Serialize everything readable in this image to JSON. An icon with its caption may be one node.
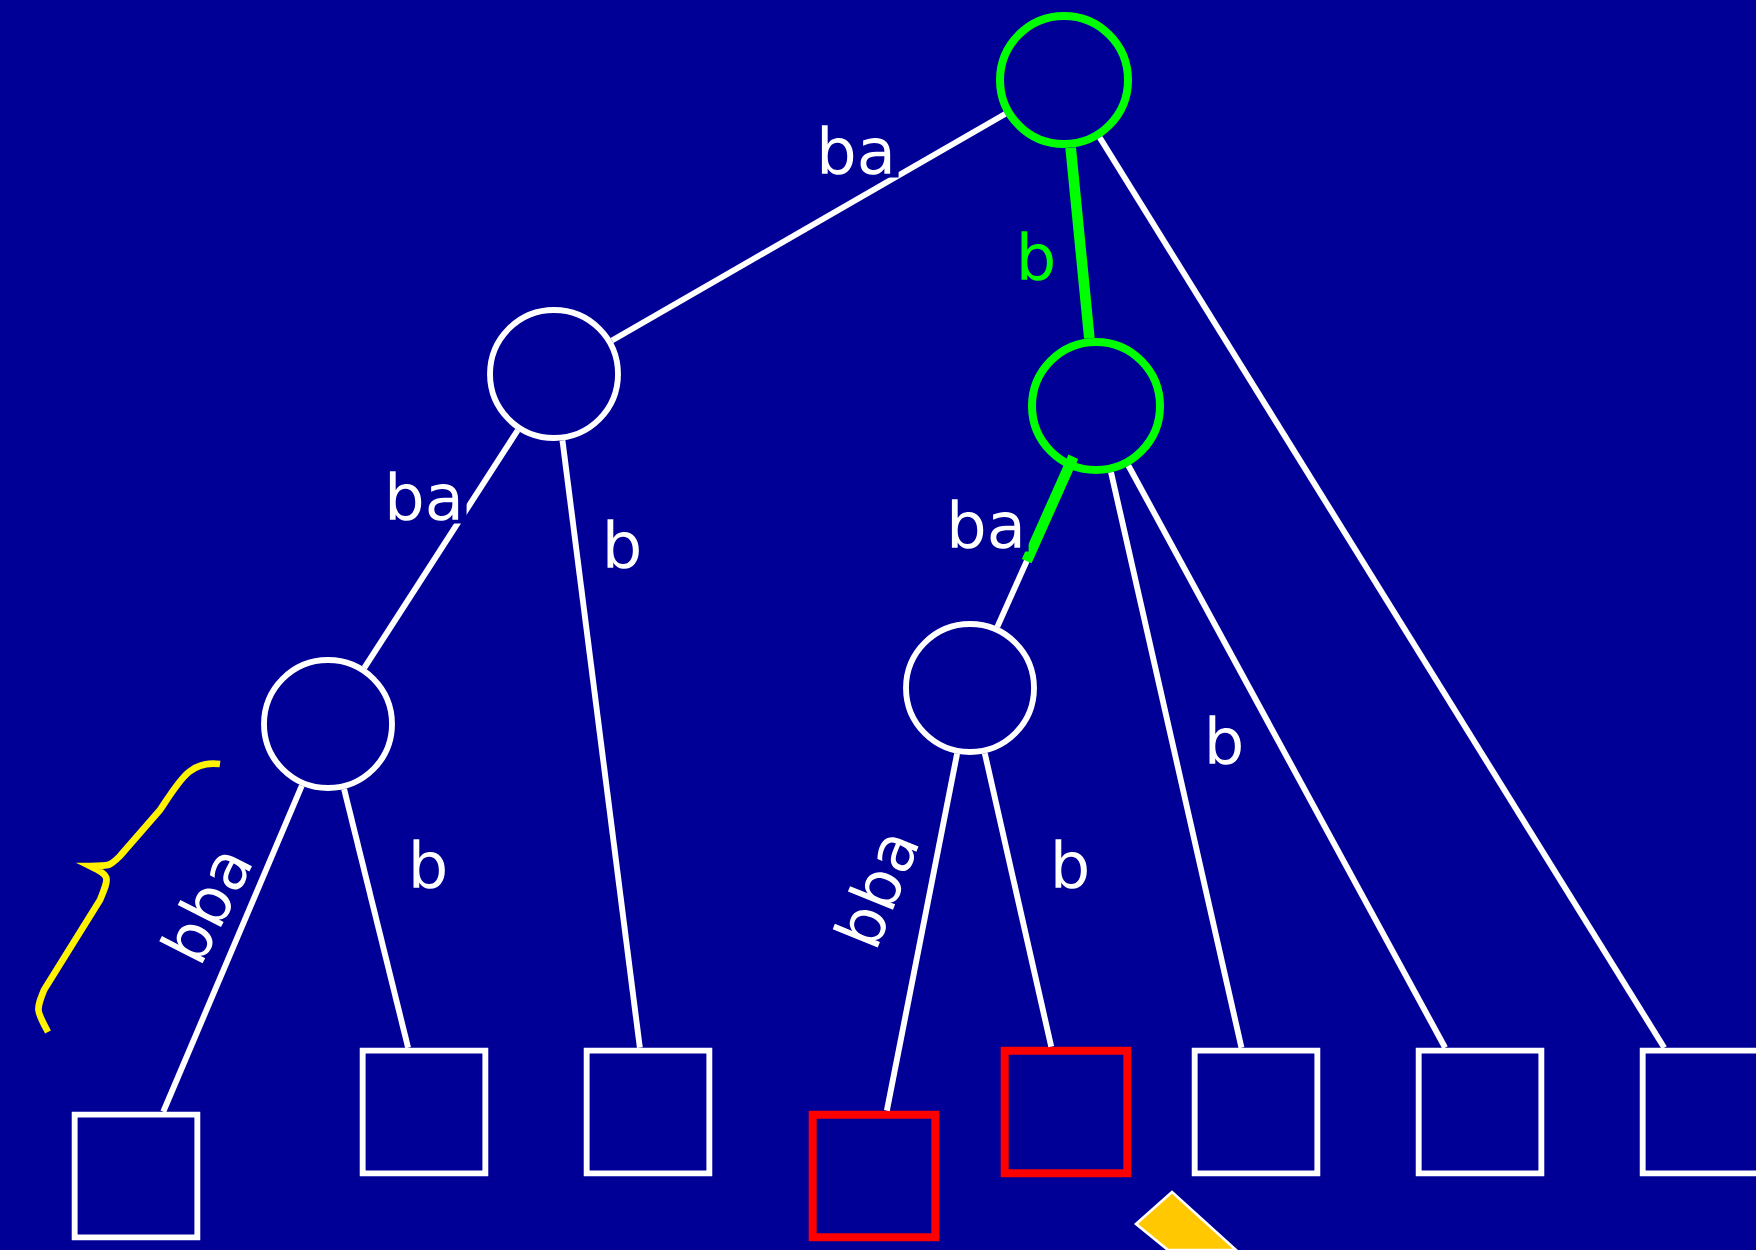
{
  "diagram": {
    "nodes": [
      {
        "text": [],
        "shape": "circle"
      },
      {
        "text": [],
        "shape": "circle"
      },
      {
        "text": [],
        "shape": "circle"
      },
      {
        "text": [],
        "shape": "circle"
      },
      {
        "text": [],
        "shape": "circle"
      },
      {
        "text": [],
        "shape": "box"
      },
      {
        "text": [],
        "shape": "box"
      },
      {
        "text": [],
        "shape": "box"
      },
      {
        "text": [],
        "shape": "box"
      },
      {
        "text": [],
        "shape": "box"
      },
      {
        "text": [],
        "shape": "box"
      },
      {
        "text": [],
        "shape": "box"
      },
      {
        "text": [],
        "shape": "box"
      }
    ],
    "edges": [
      {
        "from": 0,
        "to": 1,
        "arrow": "none",
        "label": "ba"
      },
      {
        "from": 0,
        "to": 2,
        "arrow": "none",
        "label": "b",
        "style": "thick",
        "color": "#00ff00"
      },
      {
        "from": 0,
        "to": 12,
        "arrow": "none"
      },
      {
        "from": 1,
        "to": 3,
        "arrow": "none",
        "label": "ba"
      },
      {
        "from": 1,
        "to": 7,
        "arrow": "none",
        "label": "b"
      },
      {
        "from": 2,
        "to": 4,
        "arrow": "none",
        "label": "ba"
      },
      {
        "from": 2,
        "to": 10,
        "arrow": "none",
        "label": "b"
      },
      {
        "from": 2,
        "to": 11,
        "arrow": "none"
      },
      {
        "from": 3,
        "to": 5,
        "arrow": "none",
        "label": "bba"
      },
      {
        "from": 3,
        "to": 6,
        "arrow": "none",
        "label": "b"
      },
      {
        "from": 4,
        "to": 8,
        "arrow": "none",
        "label": "bba"
      },
      {
        "from": 4,
        "to": 9,
        "arrow": "none",
        "label": "b"
      }
    ]
  }
}
